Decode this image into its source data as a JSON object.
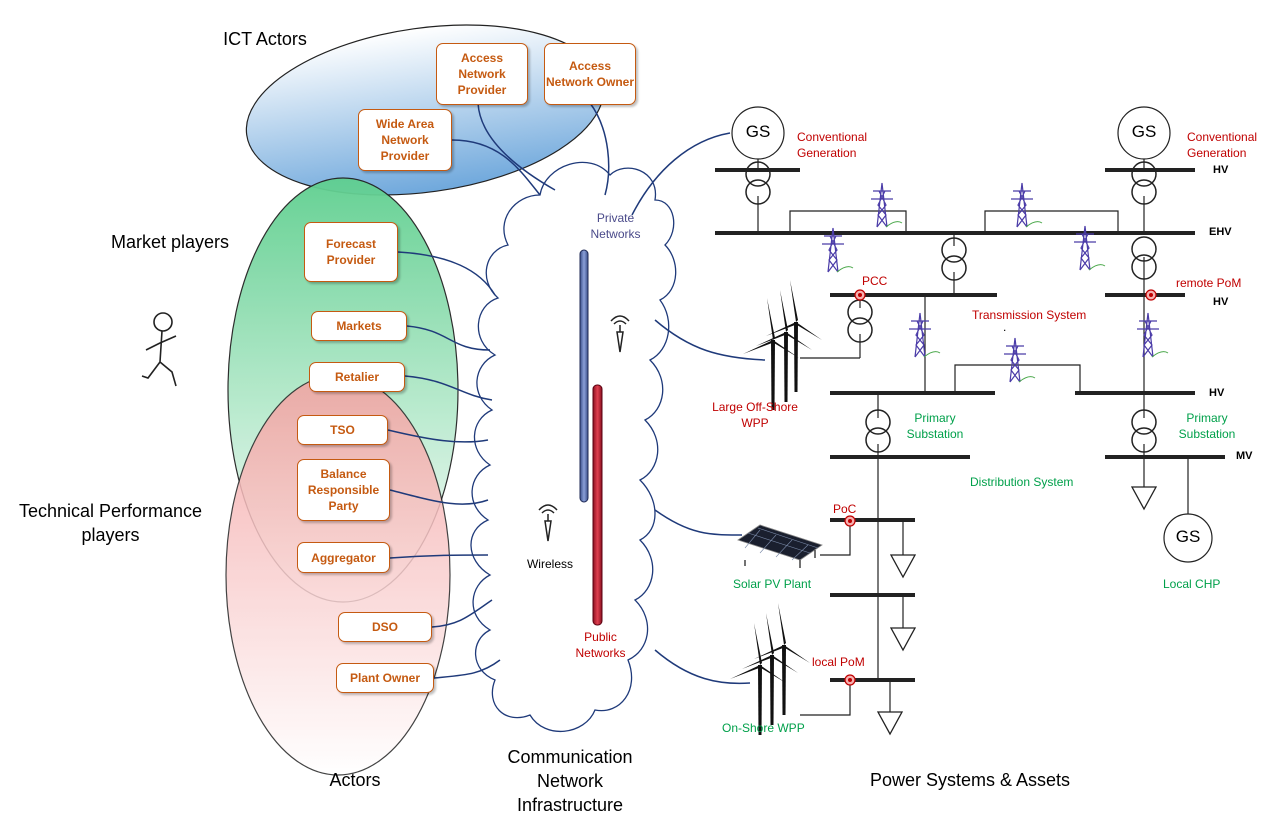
{
  "groups": {
    "ict": "ICT Actors",
    "market": "Market players",
    "technical": "Technical Performance players",
    "actors": "Actors",
    "comm": "Communication Network Infrastructure",
    "power": "Power Systems & Assets"
  },
  "ict_actors": [
    "Access Network Provider",
    "Access Network Owner",
    "Wide Area Network Provider"
  ],
  "market_actors": [
    "Forecast Provider",
    "Markets",
    "Retalier"
  ],
  "technical_actors": [
    "TSO",
    "Balance Responsible Party",
    "Aggregator"
  ],
  "other_actors": [
    "DSO",
    "Plant Owner"
  ],
  "network": {
    "private": "Private Networks",
    "public": "Public Networks",
    "wireless": "Wireless"
  },
  "power": {
    "gs": "GS",
    "conv_gen_1": "Conventional Generation",
    "conv_gen_2": "Conventional Generation",
    "pcc": "PCC",
    "remote_pom": "remote PoM",
    "transmission": "Transmission System",
    "large_wpp": "Large Off-Shore WPP",
    "primary_sub_1": "Primary Substation",
    "primary_sub_2": "Primary Substation",
    "distribution": "Distribution System",
    "poc": "PoC",
    "solar": "Solar PV Plant",
    "local_pom": "local PoM",
    "onshore_wpp": "On-Shore WPP",
    "local_chp": "Local CHP",
    "bus_hv_1": "HV",
    "bus_ehv": "EHV",
    "bus_hv_2": "HV",
    "bus_hv_3": "HV",
    "bus_mv": "MV",
    "dot": "."
  },
  "colors": {
    "ict_fill": "#6fa8dc",
    "market_fill": "#5fcf8f",
    "technical_fill": "#ec8080",
    "actor_border": "#c55a11",
    "link": "#1f3a7a",
    "private_pipe": "#5a6fa8",
    "public_pipe": "#c0243a",
    "red_text": "#c00000",
    "green_text": "#00a04a"
  }
}
